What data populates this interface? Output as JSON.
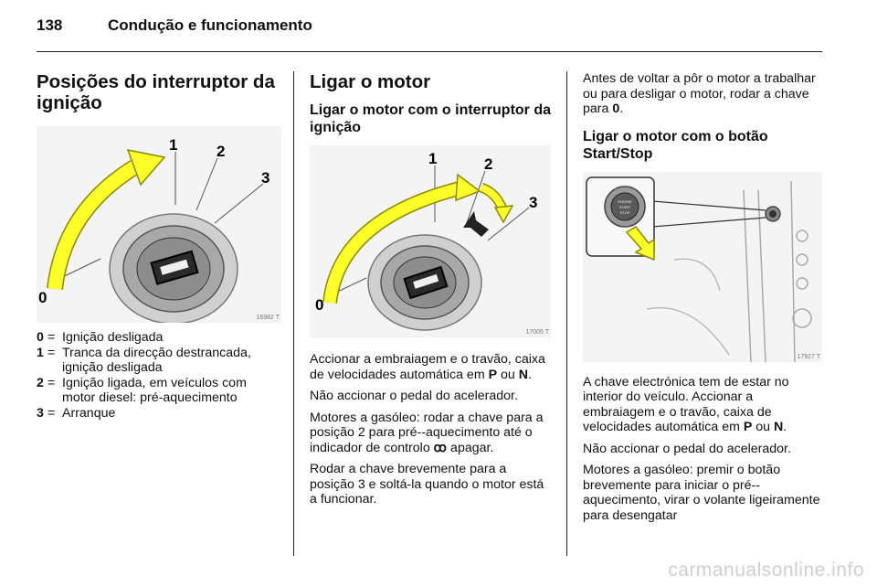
{
  "header": {
    "page_number": "138",
    "title": "Condução e funcionamento"
  },
  "col1": {
    "heading": "Posições do interruptor da ignição",
    "figure_code": "16982 T",
    "figure_labels": [
      "0",
      "1",
      "2",
      "3"
    ],
    "legend": [
      {
        "key": "0",
        "eq": "=",
        "text": "Ignição desligada"
      },
      {
        "key": "1",
        "eq": "=",
        "text": "Tranca da direcção destrancada, ignição desligada"
      },
      {
        "key": "2",
        "eq": "=",
        "text": "Ignição ligada, em veículos com motor diesel: pré-aquecimento"
      },
      {
        "key": "3",
        "eq": "=",
        "text": "Arranque"
      }
    ]
  },
  "col2": {
    "heading": "Ligar o motor",
    "subheading": "Ligar o motor com o interruptor da ignição",
    "figure_code": "17005 T",
    "figure_labels": [
      "0",
      "1",
      "2",
      "3"
    ],
    "p1_before": "Accionar a embraiagem e o travão, caixa de velocidades automática em ",
    "p1_key1": "P",
    "p1_mid": " ou ",
    "p1_key2": "N",
    "p1_after": ".",
    "p2": "Não accionar o pedal do acelerador.",
    "p3_before": "Motores a gasóleo: rodar a chave para a posição 2 para pré--aquecimento até o indicador de controlo ",
    "p3_symbol": "ꝏ",
    "p3_after": " apagar.",
    "p4": "Rodar a chave brevemente para a posição 3 e soltá-la quando o motor está a funcionar."
  },
  "col3": {
    "p1_before": "Antes de voltar a pôr o motor a trabalhar ou para desligar o motor, rodar a chave para ",
    "p1_key": "0",
    "p1_after": ".",
    "subheading": "Ligar o motor com o botão Start/Stop",
    "figure_code": "17927 T",
    "button_text_1": "ENGINE",
    "button_text_2": "START",
    "button_text_3": "STOP",
    "p2": "A chave electrónica tem de estar no interior do veículo. Accionar a embraiagem e o travão, caixa de velocidades automática em ",
    "p2_key1": "P",
    "p2_mid": " ou ",
    "p2_key2": "N",
    "p2_after": ".",
    "p3": "Não accionar o pedal do acelerador.",
    "p4": "Motores a gasóleo: premir o botão brevemente para iniciar o pré--aquecimento, virar o volante ligeiramente para desengatar"
  },
  "watermark": "carmanualsonline.info",
  "colors": {
    "arrow_yellow": "#ffff2a",
    "arrow_outline": "#8a8a00",
    "figure_bg": "#f4f4f4"
  }
}
